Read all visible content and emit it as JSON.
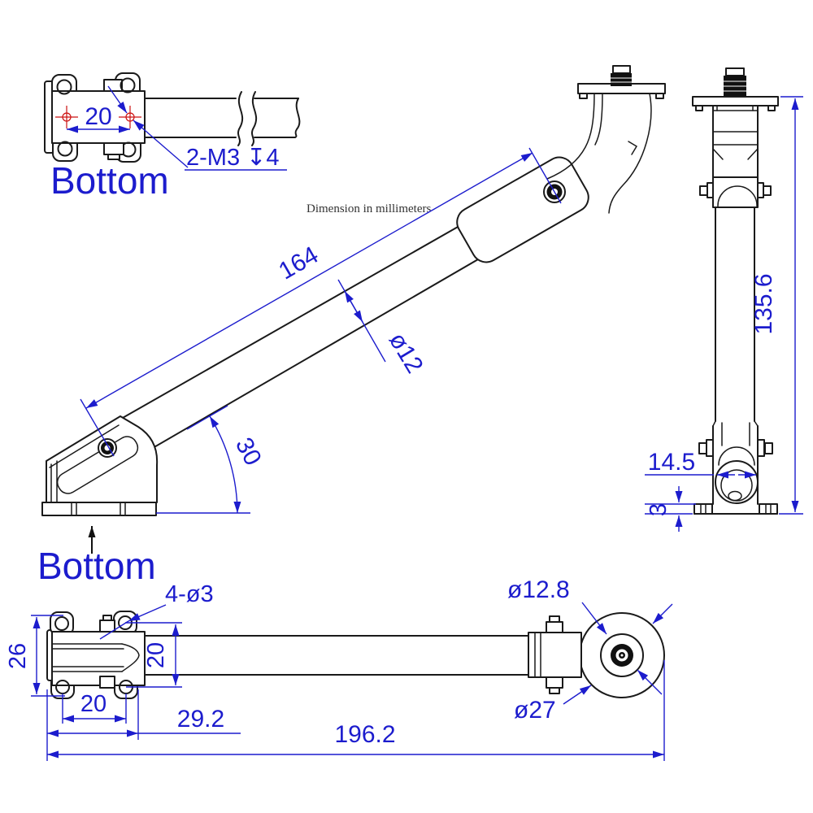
{
  "note": "Dimension in millimeters",
  "labels": {
    "bottom_top": "Bottom",
    "bottom_mid": "Bottom"
  },
  "dims": {
    "mount_hole_spacing": "20",
    "thread_callout": "2-M3 ↧4",
    "strut_length": "164",
    "strut_dia": "ø12",
    "angle_deg": "30",
    "overall_height": "135.6",
    "bore_dia": "14.5",
    "pad_thickness": "3",
    "hole_callout": "4-ø3",
    "bracket_width": "26",
    "clamp_width": "20",
    "hole_spacing": "20",
    "bracket_length": "29.2",
    "overall_length": "196.2",
    "hub_dia": "ø12.8",
    "wheel_dia": "ø27"
  },
  "colors": {
    "dimension_blue": "#1c1ccd",
    "outline_black": "#1a1a1a",
    "center_mark_red": "#cc1111"
  }
}
